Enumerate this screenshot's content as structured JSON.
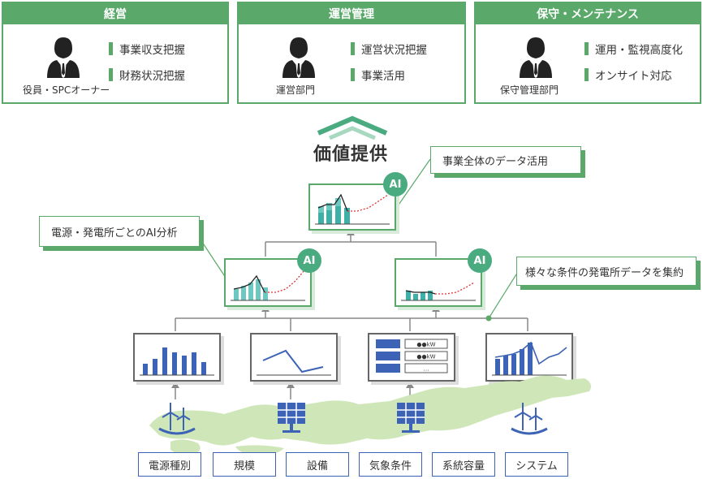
{
  "panels": [
    {
      "title": "経営",
      "person_label": "役員・SPCオーナー",
      "items": [
        "事業収支把握",
        "財務状況把握"
      ]
    },
    {
      "title": "運営管理",
      "person_label": "運営部門",
      "items": [
        "運営状況把握",
        "事業活用"
      ]
    },
    {
      "title": "保守・メンテナンス",
      "person_label": "保守管理部門",
      "items": [
        "運用・監視高度化",
        "オンサイト対応"
      ]
    }
  ],
  "value_title": "価値提供",
  "ai_label": "AI",
  "callouts": {
    "top": "事業全体のデータ活用",
    "left": "電源・発電所ごとのAI分析",
    "right": "様々な条件の発電所データを集約"
  },
  "table_rows": [
    "●●kW",
    "●●kW",
    "…"
  ],
  "bottom_tags": [
    "電源種別",
    "規模",
    "設備",
    "気象条件",
    "系統容量",
    "システム"
  ],
  "colors": {
    "green": "#5aa96a",
    "teal": "#4aab80",
    "blue": "#3c63b5",
    "map": "#cfe6b8"
  }
}
